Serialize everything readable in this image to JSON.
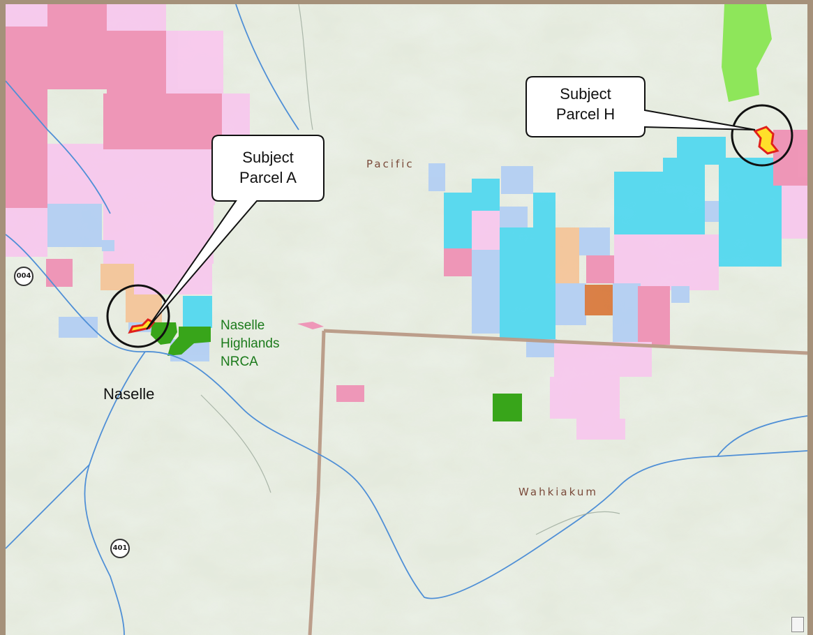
{
  "callouts": {
    "parcel_a": {
      "line1": "Subject",
      "line2": "Parcel A"
    },
    "parcel_h": {
      "line1": "Subject",
      "line2": "Parcel H"
    }
  },
  "labels": {
    "county_pacific": "Pacific",
    "county_wahkiakum": "Wahkiakum",
    "town_naselle": "Naselle",
    "nrca_line1": "Naselle",
    "nrca_line2": "Highlands",
    "nrca_line3": "NRCA"
  },
  "route_shields": {
    "sr_004": "004",
    "sr_401": "401"
  },
  "colors": {
    "parcel_pink": "#ef8fb4",
    "parcel_light_pink": "#f8c8ee",
    "parcel_cyan": "#4fd8f0",
    "parcel_light_blue": "#b2cef4",
    "parcel_peach": "#f5c498",
    "parcel_orange": "#d9773a",
    "nrca_green": "#38a51a",
    "light_green": "#8ee65a",
    "subject_fill": "#ffe02a",
    "subject_outline": "#e0201a",
    "river": "#4f8fd6",
    "county_line": "#b99a86"
  }
}
